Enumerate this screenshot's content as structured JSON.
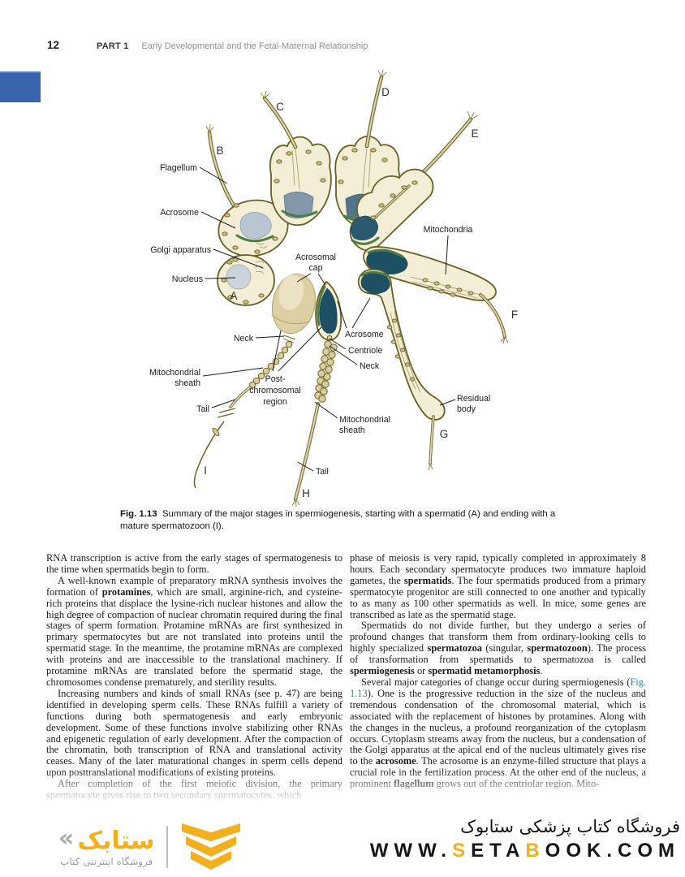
{
  "header": {
    "page_number": "12",
    "part_label": "PART 1",
    "part_title": "Early Developmental and the Fetal-Maternal Relationship"
  },
  "figure": {
    "caption_label": "Fig. 1.13",
    "caption_text": "Summary of the major stages in spermiogenesis, starting with a spermatid (A) and ending with a mature spermatozoon (I).",
    "letters": {
      "a": "A",
      "b": "B",
      "c": "C",
      "d": "D",
      "e": "E",
      "f": "F",
      "g": "G",
      "h": "H",
      "i": "I"
    },
    "labels": {
      "flagellum": "Flagellum",
      "acrosome_left": "Acrosome",
      "golgi": "Golgi apparatus",
      "nucleus": "Nucleus",
      "acrosomal_cap_1": "Acrosomal",
      "acrosomal_cap_2": "cap",
      "mitochondria": "Mitochondria",
      "neck_left": "Neck",
      "acrosome_mid": "Acrosome",
      "centriole": "Centriole",
      "neck_right": "Neck",
      "mito_sheath_left_1": "Mitochondrial",
      "mito_sheath_left_2": "sheath",
      "post_1": "Post-",
      "post_2": "chromosomal",
      "post_3": "region",
      "tail_left": "Tail",
      "mito_sheath_mid_1": "Mitochondrial",
      "mito_sheath_mid_2": "sheath",
      "residual_1": "Residual",
      "residual_2": "body",
      "tail_mid": "Tail"
    }
  },
  "body": {
    "left_column": [
      {
        "indent": false,
        "segments": [
          {
            "t": "RNA transcription is active from the early stages of spermatogenesis to the time when spermatids begin to form."
          }
        ]
      },
      {
        "indent": true,
        "segments": [
          {
            "t": "A well-known example of preparatory mRNA synthesis involves the formation of "
          },
          {
            "t": "protamines",
            "b": true
          },
          {
            "t": ", which are small, arginine-rich, and cysteine-rich proteins that displace the lysine-rich nuclear histones and allow the high degree of compaction of nuclear chromatin required during the final stages of sperm formation. Protamine mRNAs are first synthesized in primary spermatocytes but are not translated into proteins until the spermatid stage. In the meantime, the protamine mRNAs are complexed with proteins and are inaccessible to the translational machinery. If protamine mRNAs are translated before the spermatid stage, the chromosomes condense prematurely, and sterility results."
          }
        ]
      },
      {
        "indent": true,
        "segments": [
          {
            "t": "Increasing numbers and kinds of small RNAs (see p. 47) are being identified in developing sperm cells. These RNAs fulfill a variety of functions during both spermatogenesis and early embryonic development. Some of these functions involve stabilizing other RNAs and epigenetic regulation of early development. After the compaction of the chromatin, both transcription of RNA and translational activity ceases. Many of the later maturational changes in sperm cells depend upon posttranslational modifications of existing proteins."
          }
        ]
      },
      {
        "indent": true,
        "segments": [
          {
            "t": "After completion of the first meiotic division, the primary spermatocyte gives rise to two secondary spermatocytes, which"
          }
        ]
      }
    ],
    "right_column": [
      {
        "indent": false,
        "segments": [
          {
            "t": "phase of meiosis is very rapid, typically completed in approximately 8 hours. Each secondary spermatocyte produces two immature haploid gametes, the "
          },
          {
            "t": "spermatids",
            "b": true
          },
          {
            "t": ". The four spermatids produced from a primary spermatocyte progenitor are still connected to one another and typically to as many as 100 other spermatids as well. In mice, some genes are transcribed as late as the spermatid stage."
          }
        ]
      },
      {
        "indent": true,
        "segments": [
          {
            "t": "Spermatids do not divide further, but they undergo a series of profound changes that transform them from ordinary-looking cells to highly specialized "
          },
          {
            "t": "spermatozoa",
            "b": true
          },
          {
            "t": " (singular, "
          },
          {
            "t": "spermatozoon",
            "b": true
          },
          {
            "t": "). The process of transformation from spermatids to spermatozoa is called "
          },
          {
            "t": "spermiogenesis",
            "b": true
          },
          {
            "t": " or "
          },
          {
            "t": "spermatid metamorphosis",
            "b": true
          },
          {
            "t": "."
          }
        ]
      },
      {
        "indent": true,
        "segments": [
          {
            "t": "Several major categories of change occur during spermiogenesis ("
          },
          {
            "t": "Fig. 1.13",
            "c": "link"
          },
          {
            "t": "). One is the progressive reduction in the size of the nucleus and tremendous condensation of the chromosomal material, which is associated with the replacement of histones by protamines. Along with the changes in the nucleus, a profound reorganization of the cytoplasm occurs. Cytoplasm streams away from the nucleus, but a condensation of the Golgi apparatus at the apical end of the nucleus ultimately gives rise to the "
          },
          {
            "t": "acrosome",
            "b": true
          },
          {
            "t": ". The acrosome is an enzyme-filled structure that plays a crucial role in the fertilization process. At the other end of the nucleus, a prominent "
          },
          {
            "t": "flagellum",
            "b": true
          },
          {
            "t": " grows out of the centriolar region. Mito-"
          }
        ]
      }
    ]
  },
  "footer": {
    "logo": {
      "guillemet": "«",
      "wordmark": "ستابک",
      "tagline": "فروشگاه اینترنتی کتاب"
    },
    "store_title": "فروشگاه کتاب پزشکی ستابوک",
    "url_segments": [
      {
        "t": "WWW."
      },
      {
        "t": "S",
        "c": "accent"
      },
      {
        "t": "ETA"
      },
      {
        "t": "B",
        "c": "accent"
      },
      {
        "t": "OOK.COM"
      }
    ]
  },
  "colors": {
    "accent_yellow": "#f2b01e",
    "tab_blue": "#3a65ac",
    "link_teal": "#2e7fa3",
    "cell_cream": "#f4eed6",
    "cell_outline": "#655f24",
    "nucleus_teal": "#1e5063",
    "acrosome_green": "#4e7c46"
  }
}
